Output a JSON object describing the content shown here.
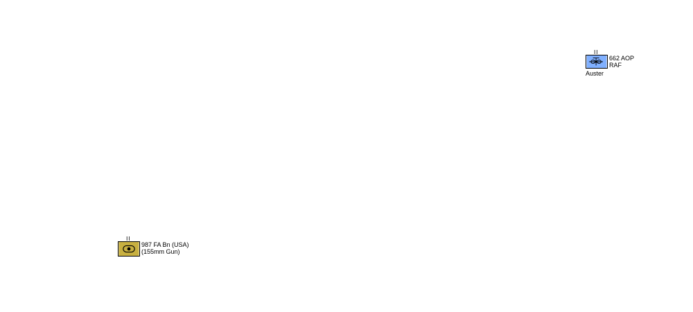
{
  "units": [
    {
      "id": "aop",
      "echelon": "II",
      "label_lines": [
        "662 AOP",
        "RAF"
      ],
      "sub_label": "Auster",
      "symbol_icon": "aircraft-rotor-icon",
      "fill_color": "#80b0ff",
      "border_color": "#000000"
    },
    {
      "id": "fa",
      "echelon": "II",
      "label_lines": [
        "987 FA Bn (USA)",
        "(155mm Gun)"
      ],
      "symbol_icon": "artillery-gun-icon",
      "fill_color": "#c8b040",
      "border_color": "#000000"
    }
  ]
}
